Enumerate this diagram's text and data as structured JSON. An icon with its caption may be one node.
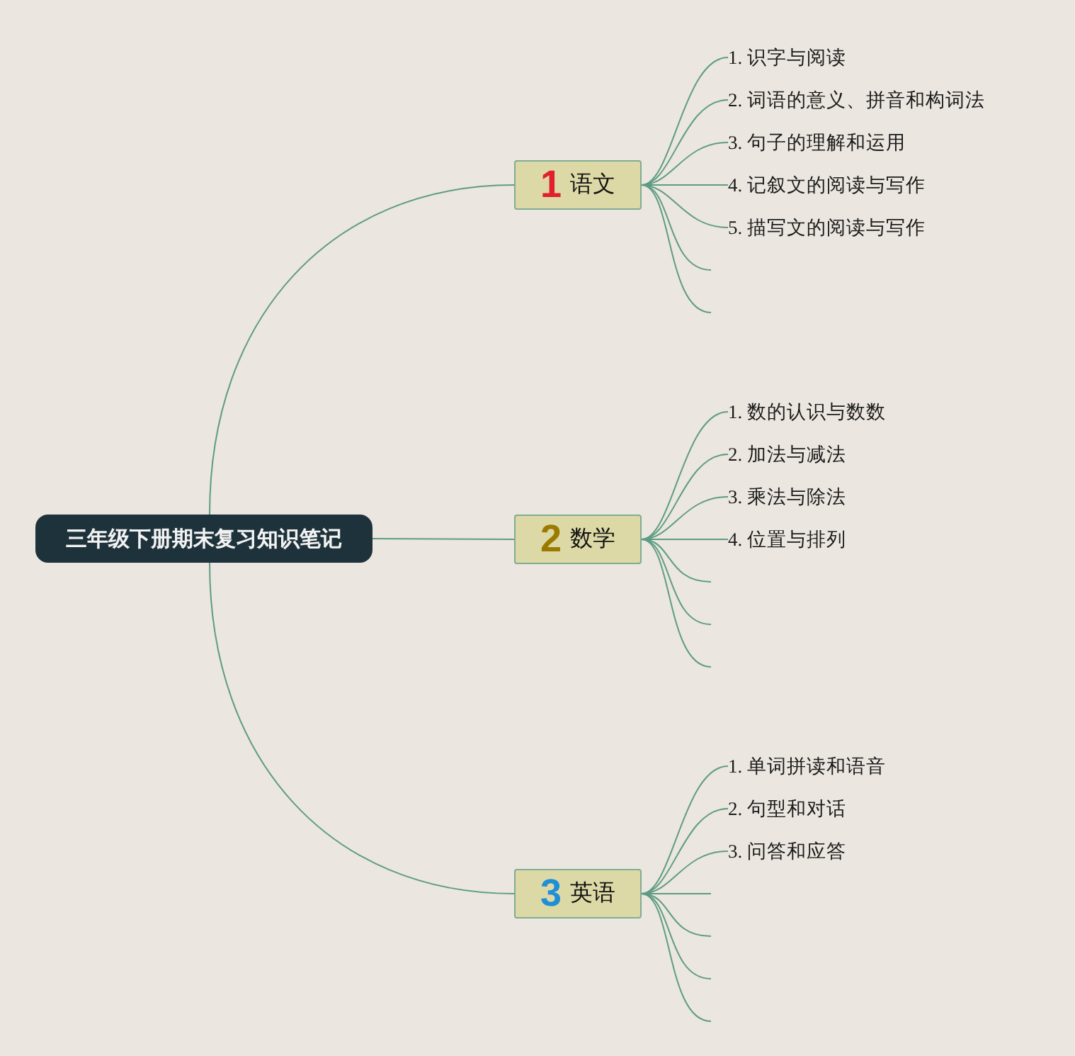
{
  "diagram": {
    "nodes": [
      {
        "text": [
          "三年级下册期末复习知识笔记"
        ]
      },
      {
        "text": [
          "1",
          "语文"
        ]
      },
      {
        "text": [
          "1. 识字与阅读"
        ]
      },
      {
        "text": [
          "2. 词语的意义、拼音和构词法"
        ]
      },
      {
        "text": [
          "3. 句子的理解和运用"
        ]
      },
      {
        "text": [
          "4. 记叙文的阅读与写作"
        ]
      },
      {
        "text": [
          "5. 描写文的阅读与写作"
        ]
      },
      {
        "text": [
          "2",
          "数学"
        ]
      },
      {
        "text": [
          "1. 数的认识与数数"
        ]
      },
      {
        "text": [
          "2. 加法与减法"
        ]
      },
      {
        "text": [
          "3. 乘法与除法"
        ]
      },
      {
        "text": [
          "4. 位置与排列"
        ]
      },
      {
        "text": [
          "3",
          "英语"
        ]
      },
      {
        "text": [
          "1. 单词拼读和语音"
        ]
      },
      {
        "text": [
          "2. 句型和对话"
        ]
      },
      {
        "text": [
          "3. 问答和应答"
        ]
      }
    ],
    "edges": [
      {
        "from": 0,
        "to": 1,
        "arrow": "none"
      },
      {
        "from": 0,
        "to": 7,
        "arrow": "none"
      },
      {
        "from": 0,
        "to": 12,
        "arrow": "none"
      },
      {
        "from": 1,
        "to": 2,
        "arrow": "none"
      },
      {
        "from": 1,
        "to": 3,
        "arrow": "none"
      },
      {
        "from": 1,
        "to": 4,
        "arrow": "none"
      },
      {
        "from": 1,
        "to": 5,
        "arrow": "none"
      },
      {
        "from": 1,
        "to": 6,
        "arrow": "none"
      },
      {
        "from": 1,
        "to": null,
        "arrow": "none"
      },
      {
        "from": 1,
        "to": null,
        "arrow": "none"
      },
      {
        "from": 7,
        "to": 8,
        "arrow": "none"
      },
      {
        "from": 7,
        "to": 9,
        "arrow": "none"
      },
      {
        "from": 7,
        "to": 10,
        "arrow": "none"
      },
      {
        "from": 7,
        "to": 11,
        "arrow": "none"
      },
      {
        "from": 7,
        "to": null,
        "arrow": "none"
      },
      {
        "from": 7,
        "to": null,
        "arrow": "none"
      },
      {
        "from": 7,
        "to": null,
        "arrow": "none"
      },
      {
        "from": 12,
        "to": 13,
        "arrow": "none"
      },
      {
        "from": 12,
        "to": 14,
        "arrow": "none"
      },
      {
        "from": 12,
        "to": 15,
        "arrow": "none"
      },
      {
        "from": 12,
        "to": null,
        "arrow": "none"
      },
      {
        "from": 12,
        "to": null,
        "arrow": "none"
      },
      {
        "from": 12,
        "to": null,
        "arrow": "none"
      },
      {
        "from": 12,
        "to": null,
        "arrow": "none"
      }
    ]
  }
}
